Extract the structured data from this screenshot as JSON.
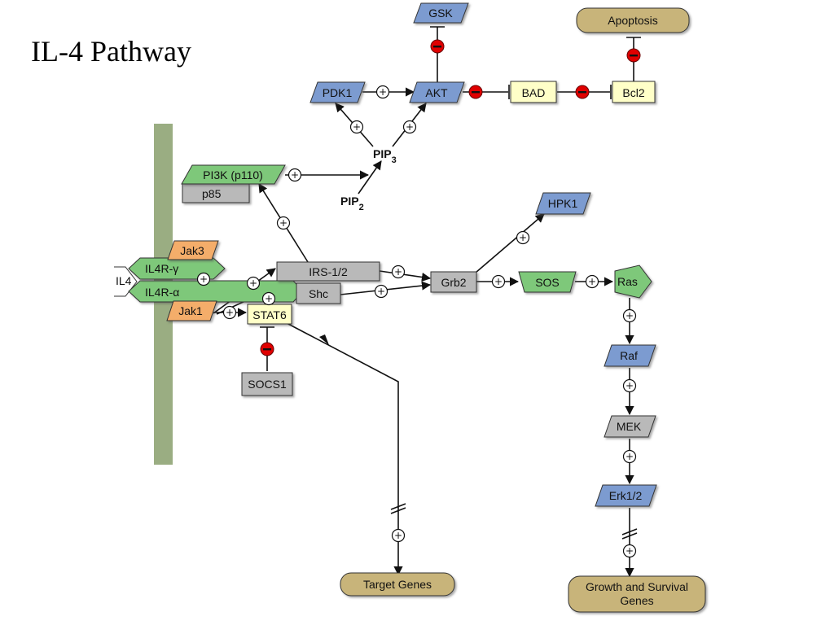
{
  "title": "IL-4 Pathway",
  "colors": {
    "blue": "#7b9bd0",
    "green": "#7ec87a",
    "orange": "#f4ad6a",
    "gray": "#b9b9b9",
    "yellow": "#ffffc8",
    "tan": "#c8b47a",
    "membrane": "#9aad82",
    "inhibit": "#e00000"
  },
  "nodes": {
    "gsk": "GSK",
    "apoptosis": "Apoptosis",
    "pdk1": "PDK1",
    "akt": "AKT",
    "bad": "BAD",
    "bcl2": "Bcl2",
    "pi3k": "PI3K (p110)",
    "p85": "p85",
    "pip3_base": "PIP",
    "pip3_sub": "3",
    "pip2_base": "PIP",
    "pip2_sub": "2",
    "hpk1": "HPK1",
    "jak3": "Jak3",
    "il4rg": "IL4R-γ",
    "il4": "IL4",
    "il4ra": "IL4R-α",
    "jak1": "Jak1",
    "irs": "IRS-1/2",
    "shc": "Shc",
    "grb2": "Grb2",
    "sos": "SOS",
    "ras": "Ras",
    "stat6": "STAT6",
    "socs1": "SOCS1",
    "raf": "Raf",
    "mek": "MEK",
    "erk": "Erk1/2",
    "target_genes": "Target Genes",
    "growth_line1": "Growth and Survival",
    "growth_line2": "Genes"
  },
  "signs": {
    "plus": "+",
    "minus": "–"
  }
}
